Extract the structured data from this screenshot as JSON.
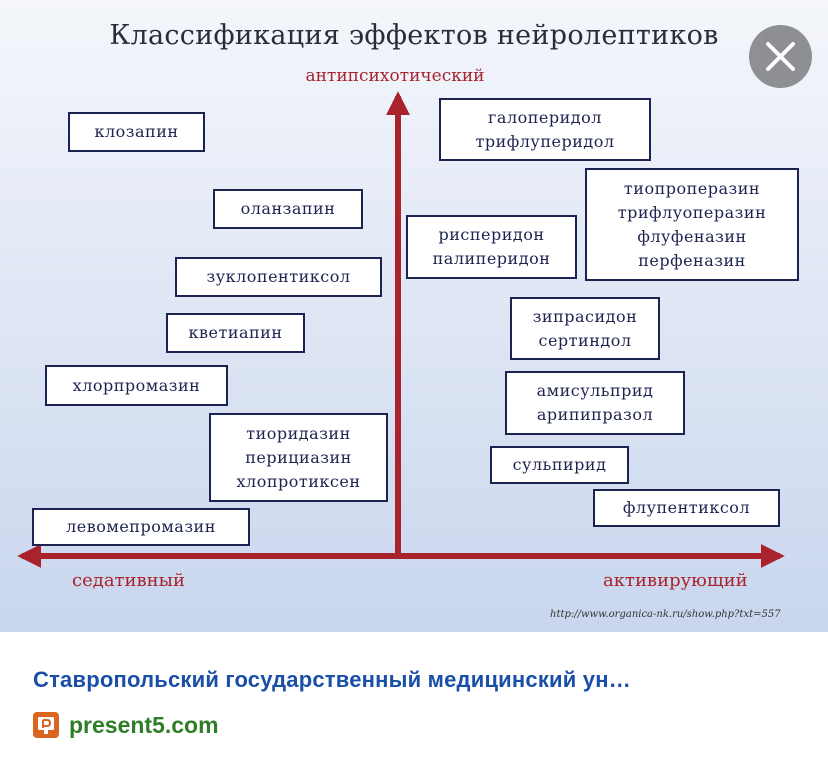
{
  "slide": {
    "title": "Классификация эффектов нейролептиков",
    "axis_top": "антипсихотический",
    "axis_left": "седативный",
    "axis_right": "активирующий",
    "source": "http://www.organica-nk.ru/show.php?txt=557",
    "left_boxes": [
      {
        "lines": [
          "клозапин"
        ]
      },
      {
        "lines": [
          "оланзапин"
        ]
      },
      {
        "lines": [
          "зуклопентиксол"
        ]
      },
      {
        "lines": [
          "кветиапин"
        ]
      },
      {
        "lines": [
          "хлорпромазин"
        ]
      },
      {
        "lines": [
          "тиоридазин",
          "перициазин",
          "хлопротиксен"
        ]
      },
      {
        "lines": [
          "левомепромазин"
        ]
      }
    ],
    "right_boxes": [
      {
        "lines": [
          "галоперидол",
          "трифлуперидол"
        ]
      },
      {
        "lines": [
          "тиопроперазин",
          "трифлуоперазин",
          "флуфеназин",
          "перфеназин"
        ]
      },
      {
        "lines": [
          "рисперидон",
          "палиперидон"
        ]
      },
      {
        "lines": [
          "зипрасидон",
          "сертиндол"
        ]
      },
      {
        "lines": [
          "амисульприд",
          "арипипразол"
        ]
      },
      {
        "lines": [
          "сульпирид"
        ]
      },
      {
        "lines": [
          "флупентиксол"
        ]
      }
    ],
    "axis_color": "#a8232c",
    "box_border_color": "#1d2350"
  },
  "result": {
    "title": "Ставропольский государственный медицинский ун…",
    "site": "present5.com",
    "site_icon": "presentation-icon",
    "title_color": "#1a4fa8",
    "site_color": "#2e7d27"
  },
  "overlay": {
    "close_icon": "close-icon"
  }
}
